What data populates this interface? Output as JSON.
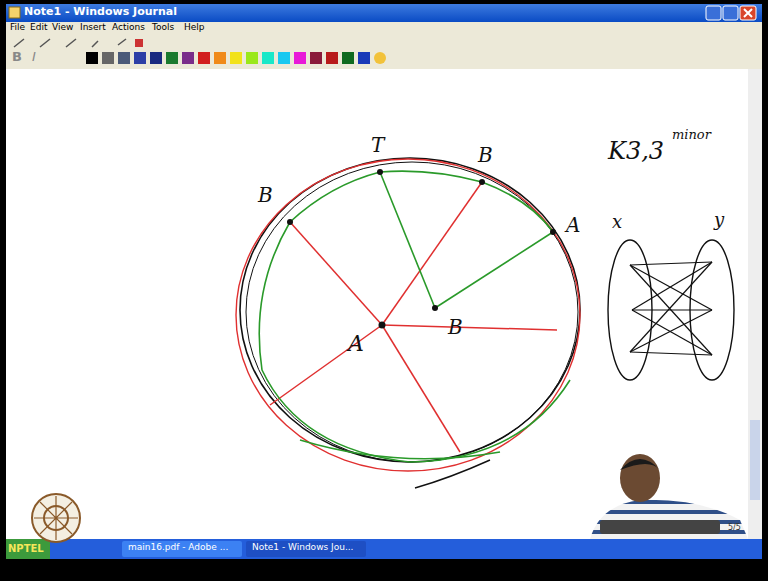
{
  "diagram": {
    "title": "Note1 - Windows Journal",
    "labels": [
      "File",
      "Edit",
      "View",
      "Insert",
      "Actions",
      "Tools",
      "Help",
      "B",
      "I",
      "T",
      "B",
      "A",
      "B",
      "A",
      "B",
      "K3,3",
      "minor",
      "x",
      "y",
      "NPTEL",
      "main16.pdf - Adobe ...",
      "Note1 - Windows Jou...",
      "5/5"
    ]
  }
}
